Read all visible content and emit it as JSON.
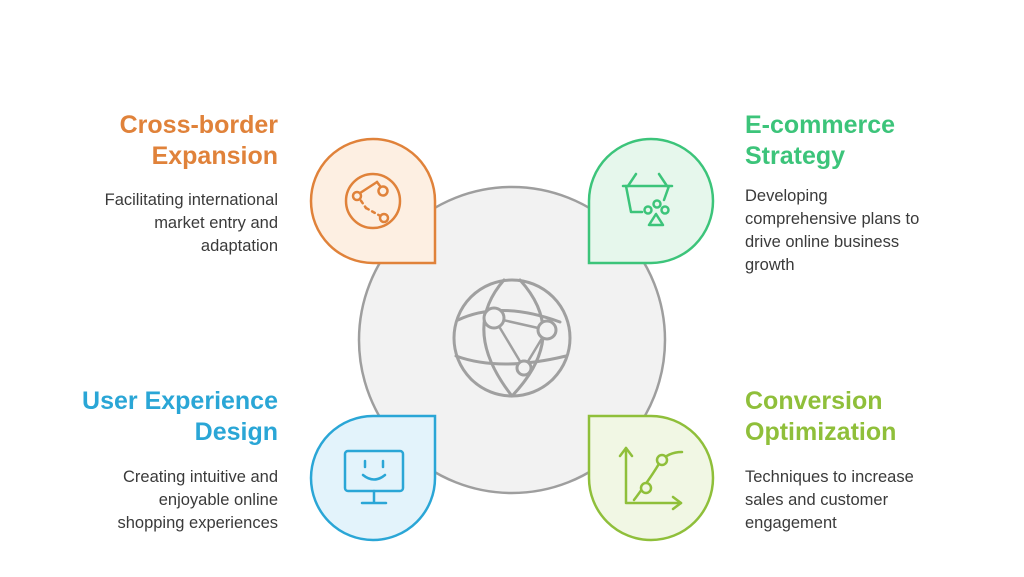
{
  "colors": {
    "orange": "#e0823a",
    "orange_fill": "#fdefe2",
    "green": "#3cc47a",
    "green_fill": "#e6f7ec",
    "blue": "#2aa6d6",
    "blue_fill": "#e3f3fb",
    "lime": "#8fbf3a",
    "lime_fill": "#f1f7e4",
    "hub_fill": "#f2f2f2",
    "hub_stroke": "#9e9e9e",
    "text": "#3a3a3a"
  },
  "hub": {
    "icon": "globe-network-icon"
  },
  "items": [
    {
      "title_lines": [
        "Cross-border",
        "Expansion"
      ],
      "desc_lines": [
        "Facilitating international",
        "market entry and",
        "adaptation"
      ],
      "icon": "network-nodes-icon"
    },
    {
      "title_lines": [
        "E-commerce",
        "Strategy"
      ],
      "desc_lines": [
        "Developing",
        "comprehensive plans to",
        "drive online business",
        "growth"
      ],
      "icon": "shopping-basket-icon"
    },
    {
      "title_lines": [
        "User Experience",
        "Design"
      ],
      "desc_lines": [
        "Creating intuitive and",
        "enjoyable online",
        "shopping experiences"
      ],
      "icon": "smiley-monitor-icon"
    },
    {
      "title_lines": [
        "Conversion",
        "Optimization"
      ],
      "desc_lines": [
        "Techniques to increase",
        "sales and customer",
        "engagement"
      ],
      "icon": "growth-chart-icon"
    }
  ]
}
